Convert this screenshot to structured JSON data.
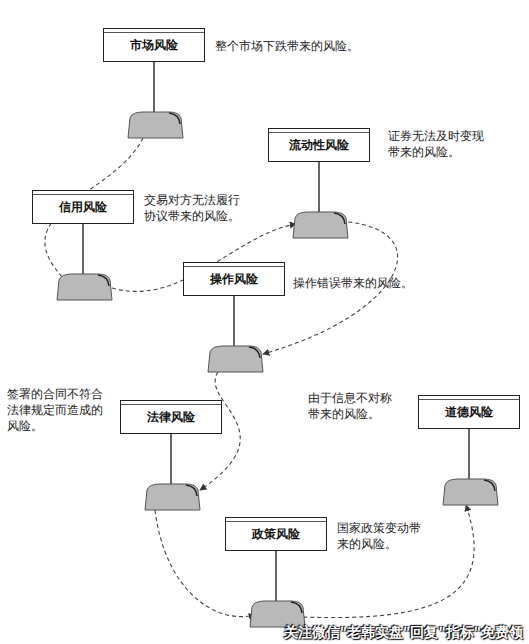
{
  "diagram": {
    "nodes": [
      {
        "text": [
          "市场风险",
          "整个市场下跌带来的风险。"
        ]
      },
      {
        "text": [
          "流动性风险",
          "证券无法及时变现 带来的风险。"
        ]
      },
      {
        "text": [
          "信用风险",
          "交易对方无法履行 协议带来的风险。"
        ]
      },
      {
        "text": [
          "操作风险",
          "操作错误带来的风险。"
        ]
      },
      {
        "text": [
          "法律风险",
          "签署的合同不符合 法律规定而造成的 风险。"
        ]
      },
      {
        "text": [
          "道德风险",
          "由于信息不对称 带来的风险。"
        ]
      },
      {
        "text": [
          "政策风险",
          "国家政策变动带 来的风险。"
        ]
      }
    ],
    "edges": [
      {
        "from": 0,
        "to": 2,
        "arrow": "to"
      },
      {
        "from": 2,
        "to": 1,
        "arrow": "to"
      },
      {
        "from": 1,
        "to": 3,
        "arrow": "to"
      },
      {
        "from": 3,
        "to": 4,
        "arrow": "to"
      },
      {
        "from": 4,
        "to": 6,
        "arrow": "to"
      },
      {
        "from": 6,
        "to": 5,
        "arrow": "to"
      }
    ],
    "labels": [
      "关注微信\"老韩实盘\"回复\"指标\"免费领"
    ]
  }
}
